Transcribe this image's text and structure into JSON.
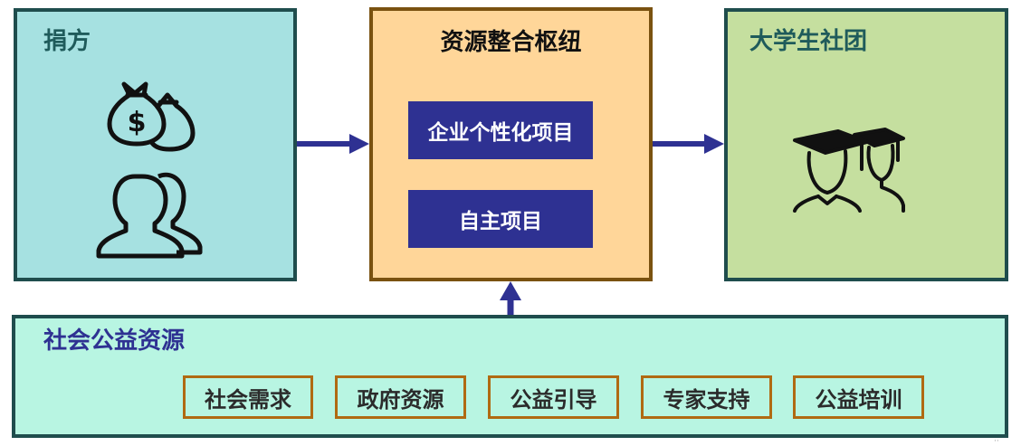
{
  "donor": {
    "title": "捐方"
  },
  "hub": {
    "title": "资源整合枢纽",
    "projects": [
      "企业个性化项目",
      "自主项目"
    ]
  },
  "club": {
    "title": "大学生社团"
  },
  "resources": {
    "title": "社会公益资源",
    "tags": [
      "社会需求",
      "政府资源",
      "公益引导",
      "专家支持",
      "公益培训"
    ]
  },
  "icons": [
    "money-bags-icon",
    "people-icon",
    "graduates-icon"
  ],
  "colors": {
    "donor_fill": "#a6e1e1",
    "hub_fill": "#ffd699",
    "club_fill": "#c5df9f",
    "resources_fill": "#b8f5e2",
    "accent_navy": "#2e3192",
    "tag_border": "#b06a12"
  }
}
